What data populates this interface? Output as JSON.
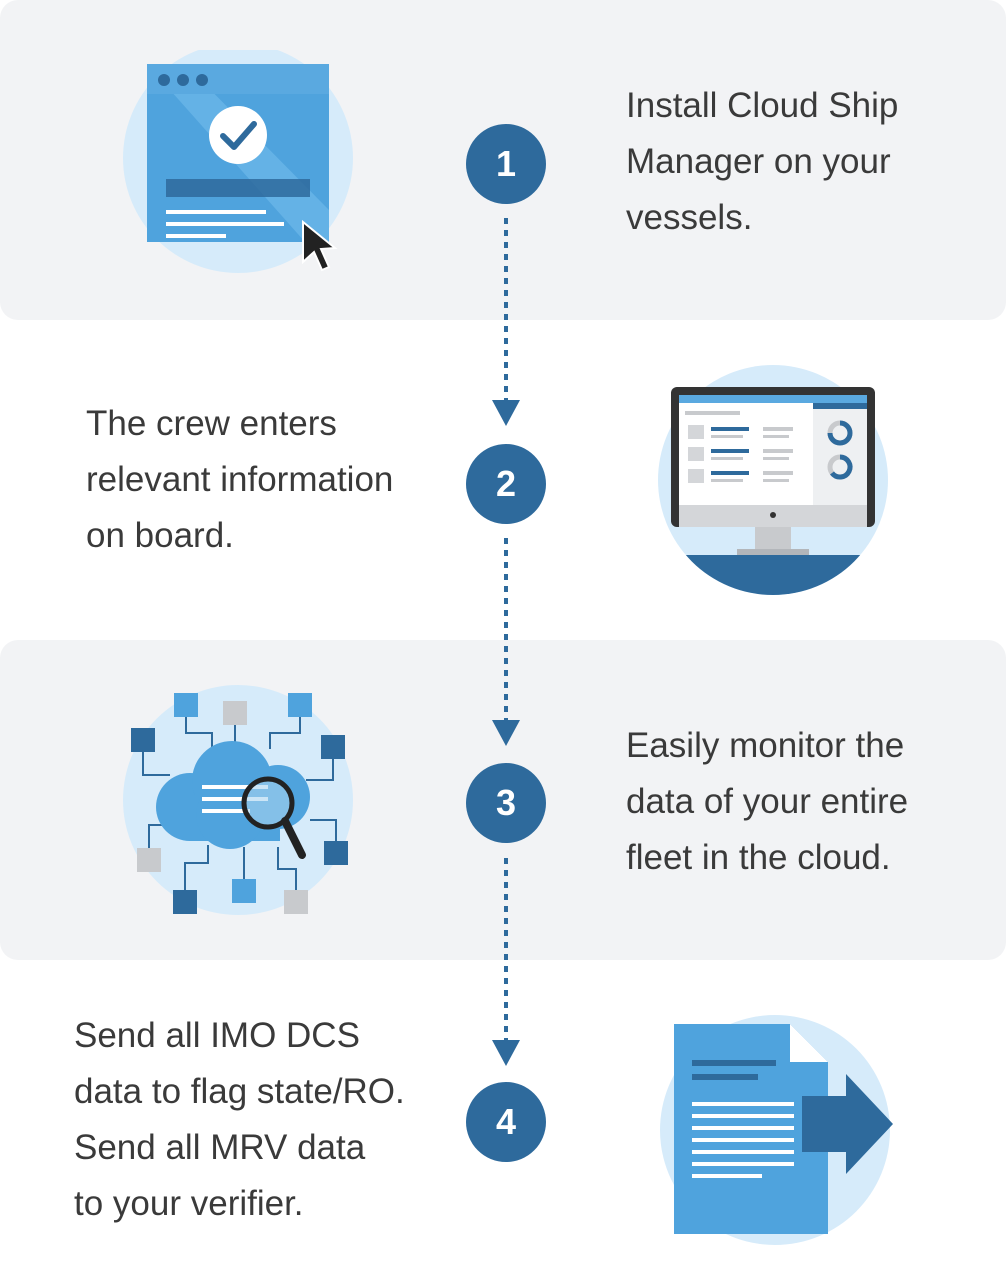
{
  "steps": [
    {
      "number": "1",
      "text": "Install Cloud Ship\nManager on your\nvessels.",
      "illustration": "browser-check-icon"
    },
    {
      "number": "2",
      "text": "The crew enters\nrelevant information\non board.",
      "illustration": "monitor-icon"
    },
    {
      "number": "3",
      "text": "Easily monitor the\ndata of your entire\nfleet in the cloud.",
      "illustration": "cloud-search-icon"
    },
    {
      "number": "4",
      "text": "Send all IMO DCS\ndata to flag state/RO.\nSend all MRV data\nto your verifier.",
      "illustration": "document-send-icon"
    }
  ],
  "colors": {
    "band": "#f2f3f5",
    "step_circle": "#2e6a9c",
    "dark_blue": "#2e6a9c",
    "mid_blue": "#4fa3dd",
    "light_circle": "#d6ebfa",
    "grey": "#c8cacd",
    "text": "#3a3a3a"
  }
}
